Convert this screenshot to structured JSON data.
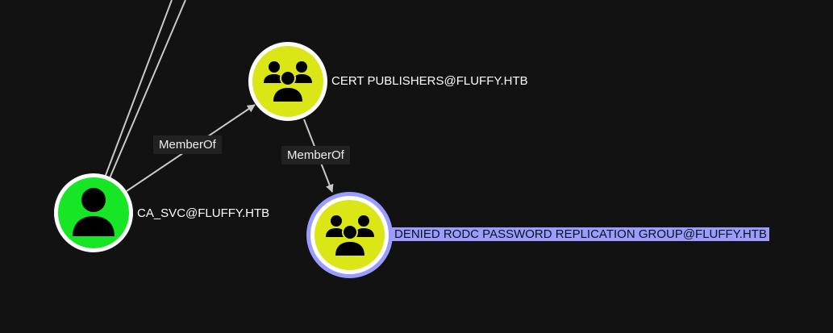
{
  "nodes": {
    "ca_svc": {
      "label": "CA_SVC@FLUFFY.HTB",
      "type": "user",
      "icon": "user-icon",
      "color": "#17e625"
    },
    "cert_publishers": {
      "label": "CERT PUBLISHERS@FLUFFY.HTB",
      "type": "group",
      "icon": "group-icon",
      "color": "#dbe617"
    },
    "denied_rodc": {
      "label": "DENIED RODC PASSWORD REPLICATION GROUP@FLUFFY.HTB",
      "type": "group",
      "icon": "group-icon",
      "color": "#dbe617",
      "selected": true
    }
  },
  "edges": [
    {
      "from": "ca_svc",
      "to": "cert_publishers",
      "label": "MemberOf"
    },
    {
      "from": "cert_publishers",
      "to": "denied_rodc",
      "label": "MemberOf"
    }
  ]
}
